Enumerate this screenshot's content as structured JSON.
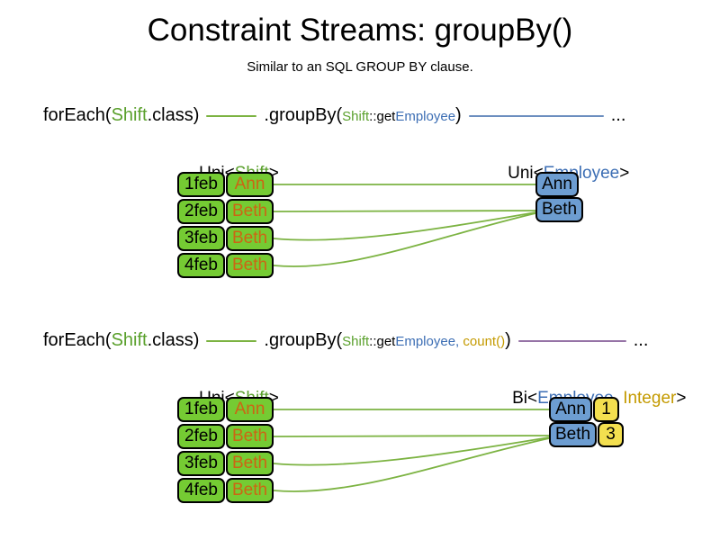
{
  "title": "Constraint Streams: groupBy()",
  "subtitle": "Similar to an SQL GROUP BY clause.",
  "colors": {
    "text_green": "#5AA02C",
    "text_blue": "#3C6EB4",
    "text_gold": "#C49A00",
    "text_orange": "#CC6514",
    "box_green": "#75CB33",
    "box_blue": "#6D9DD1",
    "box_yellow": "#F3DF4F",
    "line_green": "#7CB342",
    "line_blue": "#6C8EBF",
    "line_purple": "#9673A6"
  },
  "code1": {
    "call": "forEach(",
    "call_arg_type": "Shift",
    "call_rest": ".class)",
    "chain": ".groupBy(",
    "arg_type": "Shift",
    "arg_accessor": "::get",
    "arg_property": "Employee",
    "chain_close": ")",
    "ellipsis": "..."
  },
  "code2": {
    "call": "forEach(",
    "call_arg_type": "Shift",
    "call_rest": ".class)",
    "chain": ".groupBy(",
    "arg_type": "Shift",
    "arg_accessor": "::get",
    "arg_property": "Employee",
    "arg_separator": ", ",
    "arg2": "count()",
    "chain_close": ")",
    "ellipsis": "..."
  },
  "diagram1": {
    "left_label": {
      "pre": "Uni<",
      "type": "Shift",
      "post": ">"
    },
    "right_label": {
      "pre": "Uni<",
      "type": "Employee",
      "post": ">"
    },
    "rows": [
      {
        "date": "1feb",
        "employee": "Ann"
      },
      {
        "date": "2feb",
        "employee": "Beth"
      },
      {
        "date": "3feb",
        "employee": "Beth"
      },
      {
        "date": "4feb",
        "employee": "Beth"
      }
    ],
    "groups": [
      {
        "employee": "Ann"
      },
      {
        "employee": "Beth"
      }
    ]
  },
  "diagram2": {
    "left_label": {
      "pre": "Uni<",
      "type": "Shift",
      "post": ">"
    },
    "right_label": {
      "pre": "Bi<",
      "type1": "Employee",
      "sep": ", ",
      "type2": "Integer",
      "post": ">"
    },
    "rows": [
      {
        "date": "1feb",
        "employee": "Ann"
      },
      {
        "date": "2feb",
        "employee": "Beth"
      },
      {
        "date": "3feb",
        "employee": "Beth"
      },
      {
        "date": "4feb",
        "employee": "Beth"
      }
    ],
    "groups": [
      {
        "employee": "Ann",
        "count": "1"
      },
      {
        "employee": "Beth",
        "count": "3"
      }
    ]
  }
}
